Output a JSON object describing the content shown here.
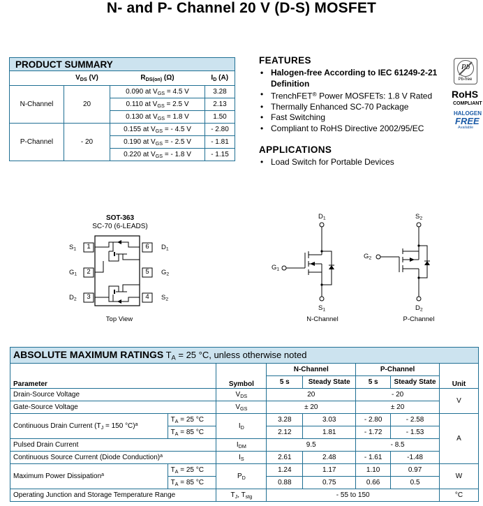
{
  "title": "N- and P- Channel 20 V (D-S)  MOSFET",
  "product_summary": {
    "header": "PRODUCT SUMMARY",
    "col_vds": "V",
    "col_vds_sub": "DS",
    "col_vds_unit": " (V)",
    "col_rds": "R",
    "col_rds_sub": "DS(on)",
    "col_rds_unit": " (Ω)",
    "col_id": "I",
    "col_id_sub": "D",
    "col_id_unit": " (A)",
    "n_label": "N-Channel",
    "n_vds": "20",
    "p_label": "P-Channel",
    "p_vds": "- 20",
    "n_rows": [
      {
        "r": "0.090 at V",
        "cond": " = 4.5 V",
        "id": "3.28"
      },
      {
        "r": "0.110 at V",
        "cond": " = 2.5 V",
        "id": "2.13"
      },
      {
        "r": "0.130 at V",
        "cond": " = 1.8 V",
        "id": "1.50"
      }
    ],
    "p_rows": [
      {
        "r": "0.155 at V",
        "cond": " = - 4.5 V",
        "id": "- 2.80"
      },
      {
        "r": "0.190 at V",
        "cond": " = - 2.5 V",
        "id": "- 1.81"
      },
      {
        "r": "0.220 at V",
        "cond": " = - 1.8 V",
        "id": "- 1.15"
      }
    ],
    "gs": "GS"
  },
  "features": {
    "heading": "FEATURES",
    "item1a": "Halogen-free According to IEC 61249-2-21",
    "item1b": "Definition",
    "item2a": "TrenchFET",
    "item2reg": "®",
    "item2b": " Power MOSFETs: 1.8 V Rated",
    "item3": "Thermally Enhanced SC-70 Package",
    "item4": "Fast Switching",
    "item5": "Compliant to RoHS Directive 2002/95/EC"
  },
  "badges": {
    "pb_text": "Pb",
    "pb_free": "Pb-free",
    "rohs": "RoHS",
    "compliant": "COMPLIANT",
    "halogen": "HALOGEN",
    "free": "FREE",
    "available": "Available"
  },
  "applications": {
    "heading": "APPLICATIONS",
    "item1": "Load Switch for Portable Devices"
  },
  "package": {
    "name": "SOT-363",
    "sub": "SC-70 (6-LEADS)",
    "view": "Top View",
    "pins": {
      "s1": "S",
      "s1n": "1",
      "g1": "G",
      "g1n": "1",
      "d2": "D",
      "d2n": "2",
      "d1": "D",
      "d1n": "1",
      "g2": "G",
      "g2n": "2",
      "s2": "S",
      "s2n": "2",
      "n1": "1",
      "n2": "2",
      "n3": "3",
      "n4": "4",
      "n5": "5",
      "n6": "6"
    }
  },
  "schematic": {
    "n_d": "D",
    "n_d_sub": "1",
    "n_g": "G",
    "n_g_sub": "1",
    "n_s": "S",
    "n_s_sub": "1",
    "n_label": "N-Channel",
    "p_s": "S",
    "p_s_sub": "2",
    "p_g": "G",
    "p_g_sub": "2",
    "p_d": "D",
    "p_d_sub": "2",
    "p_label": "P-Channel"
  },
  "amr": {
    "header_bold": "ABSOLUTE MAXIMUM RATINGS",
    "header_ta": " T",
    "header_ta_sub": "A",
    "header_rest": " = 25 °C, unless otherwise noted",
    "col_parameter": "Parameter",
    "col_symbol": "Symbol",
    "col_n": "N-Channel",
    "col_p": "P-Channel",
    "col_5s": "5 s",
    "col_ss": "Steady State",
    "col_unit": "Unit",
    "ta25": "= 25 °C",
    "ta85": "= 85 °C",
    "rows": {
      "vds_param": "Drain-Source Voltage",
      "vds_sym": "V",
      "vds_sub": "DS",
      "vds_n": "20",
      "vds_p": "- 20",
      "vgs_param": "Gate-Source Voltage",
      "vgs_sym": "V",
      "vgs_sub": "GS",
      "vgs_n": "± 20",
      "vgs_p": "± 20",
      "v_unit": "V",
      "id_param": "Continuous Drain Current (T",
      "id_param_sub": "J",
      "id_param_rest": " = 150 °C)",
      "id_sup": "a",
      "id_sym": "I",
      "id_sub": "D",
      "id_25": [
        "3.28",
        "3.03",
        "- 2.80",
        "- 2.58"
      ],
      "id_85": [
        "2.12",
        "1.81",
        "- 1.72",
        "- 1.53"
      ],
      "idm_param": "Pulsed Drain Current",
      "idm_sym": "I",
      "idm_sub": "DM",
      "idm_n": "9.5",
      "idm_p": "- 8.5",
      "a_unit": "A",
      "is_param": "Continuous Source Current (Diode Conduction)",
      "is_sup": "a",
      "is_sym": "I",
      "is_sub": "S",
      "is_vals": [
        "2.61",
        "2.48",
        "- 1.61",
        "-1.48"
      ],
      "pd_param": "Maximum Power Dissipation",
      "pd_sup": "a",
      "pd_sym": "P",
      "pd_sub": "D",
      "pd_25": [
        "1.24",
        "1.17",
        "1.10",
        "0.97"
      ],
      "pd_85": [
        "0.88",
        "0.75",
        "0.66",
        "0.5"
      ],
      "w_unit": "W",
      "tj_param": "Operating Junction and Storage Temperature Range",
      "tj_sym": "T",
      "tj_sub": "J",
      "tj_mid": ", T",
      "tj_sub2": "stg",
      "tj_val": "- 55 to 150",
      "c_unit": "°C"
    }
  }
}
